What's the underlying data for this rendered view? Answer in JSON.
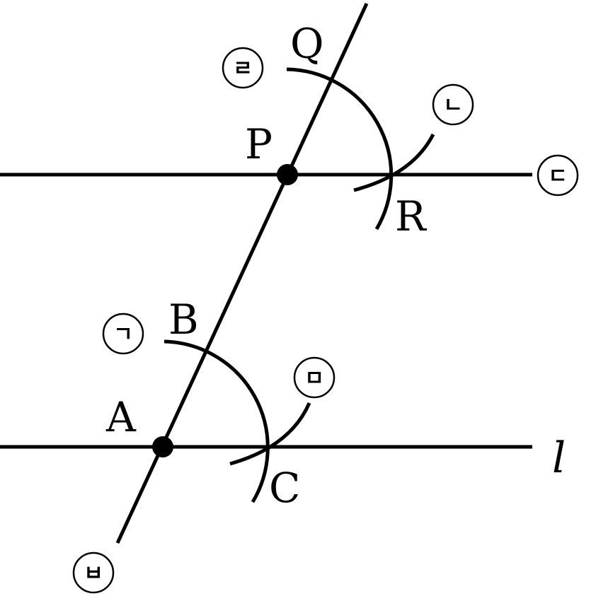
{
  "points": {
    "A": "A",
    "B": "B",
    "C": "C",
    "P": "P",
    "Q": "Q",
    "R": "R"
  },
  "line_name": "l",
  "steps": {
    "step1": "ㄱ",
    "step2": "ㄴ",
    "step3": "ㄷ",
    "step4": "ㄹ",
    "step5": "ㅁ",
    "step6": "ㅂ"
  }
}
